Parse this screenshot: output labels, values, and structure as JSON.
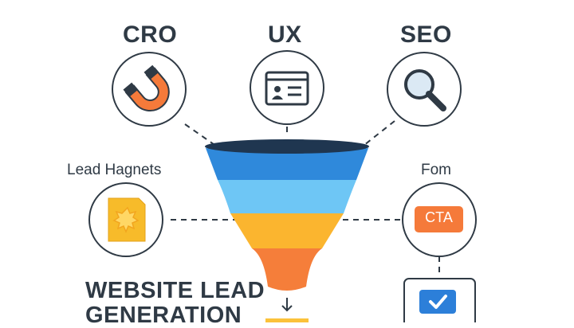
{
  "top_labels": {
    "cro": "CRO",
    "ux": "UX",
    "seo": "SEO"
  },
  "side_labels": {
    "lead_magnets": "Lead Hagnets",
    "form": "Fom"
  },
  "cta_label": "CTA",
  "title": {
    "line1": "WEBSITE LEAD",
    "line2": "GENERATION"
  },
  "icons": {
    "cro": "magnet-icon",
    "ux": "profile-card-icon",
    "seo": "magnifier-icon",
    "lead_magnets": "document-star-icon",
    "form": "cta-button-icon",
    "checkbox": "checkbox-icon",
    "arrow": "arrow-down-icon"
  },
  "colors": {
    "text": "#2f3a45",
    "funnel_top": "#2f89db",
    "funnel_mid": "#6ec6f5",
    "funnel_yellow": "#fbb52f",
    "funnel_orange": "#f57e3a",
    "rim": "#1f3650",
    "orange": "#f57a3a",
    "yellow": "#f7bb2a",
    "check_blue": "#2c7fd9"
  }
}
